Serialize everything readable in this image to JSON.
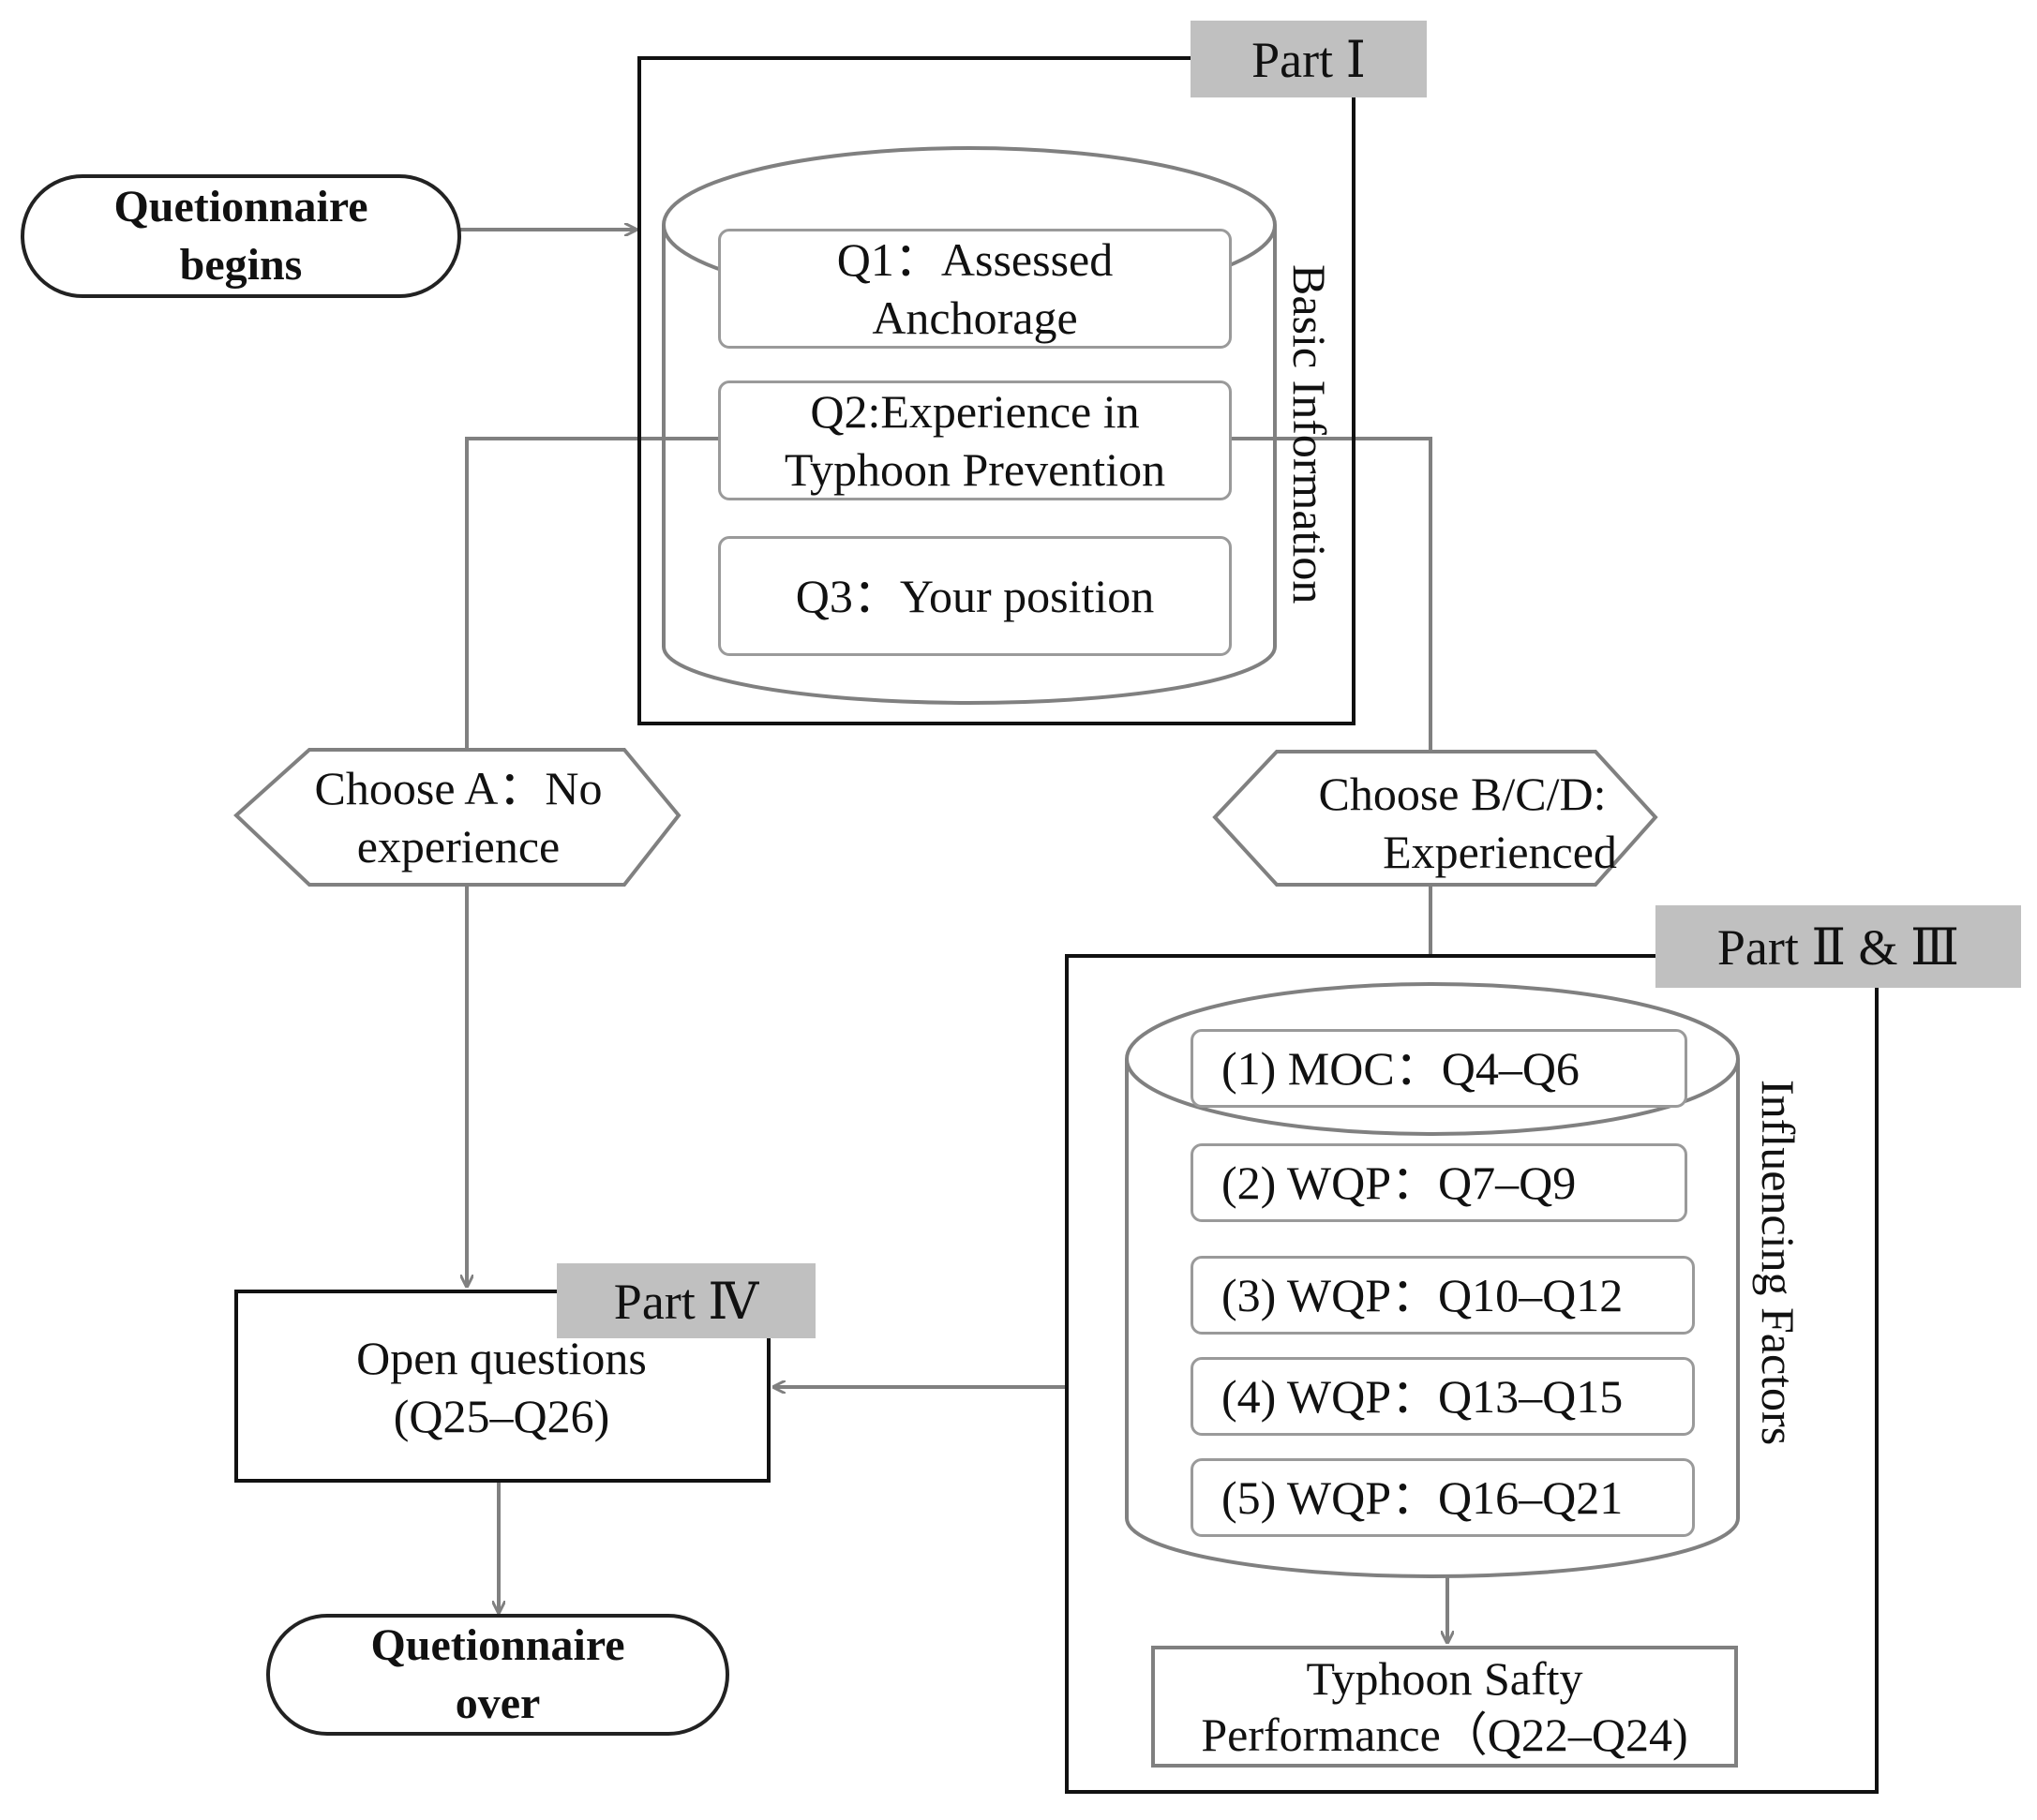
{
  "start": {
    "label_line1": "Quetionnaire",
    "label_line2": "begins"
  },
  "end": {
    "label_line1": "Quetionnaire",
    "label_line2": "over"
  },
  "part1": {
    "tag": "Part Ⅰ",
    "side_label": "Basic Information",
    "questions": [
      {
        "line1": "Q1：Assessed",
        "line2": "Anchorage"
      },
      {
        "line1": "Q2:Experience in",
        "line2": "Typhoon Prevention"
      },
      {
        "line1": "Q3：Your position",
        "line2": ""
      }
    ]
  },
  "branch_a": {
    "line1": "Choose A：No",
    "line2": "experience"
  },
  "branch_b": {
    "line1": "Choose B/C/D:",
    "line2": "Experienced"
  },
  "part23": {
    "tag": "Part Ⅱ & Ⅲ",
    "side_label": "Influencing Factors",
    "factors": [
      "(1) MOC：Q4–Q6",
      "(2) WQP：Q7–Q9",
      "(3) WQP：Q10–Q12",
      "(4) WQP：Q13–Q15",
      "(5) WQP：Q16–Q21"
    ],
    "performance": {
      "line1": "Typhoon Safty",
      "line2": "Performance（Q22–Q24)"
    }
  },
  "part4": {
    "tag": "Part Ⅳ",
    "line1": "Open questions",
    "line2": "(Q25–Q26)"
  }
}
